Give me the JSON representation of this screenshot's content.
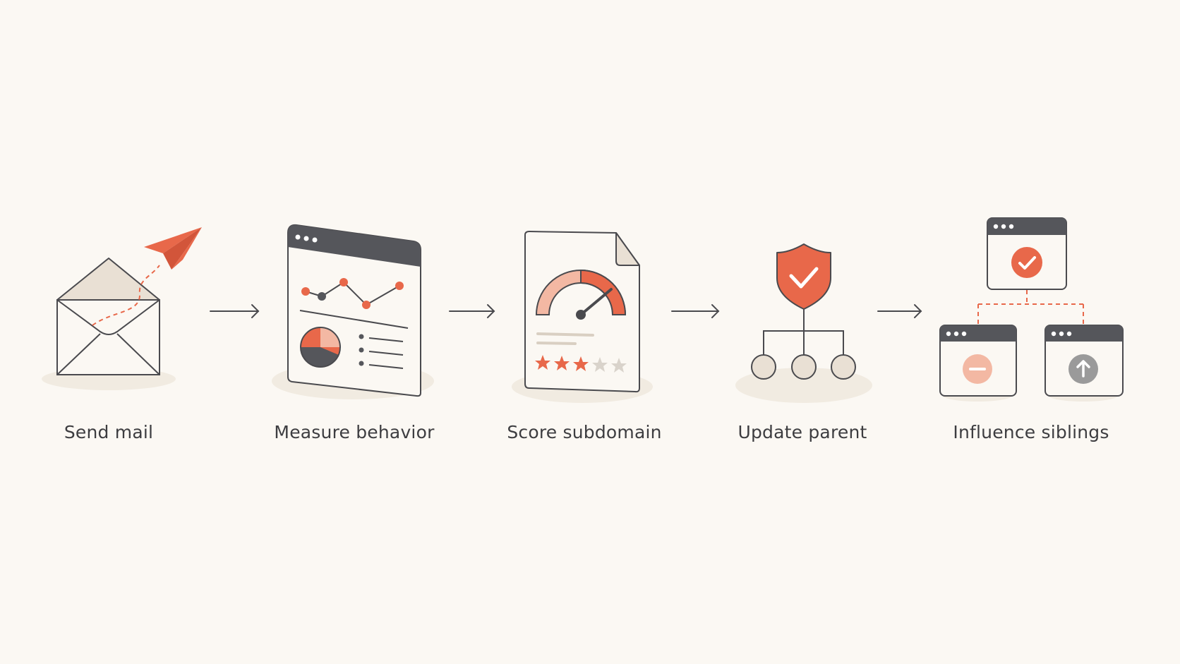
{
  "steps": [
    {
      "label": "Send mail",
      "icon": "envelope-paper-plane-icon"
    },
    {
      "label": "Measure behavior",
      "icon": "analytics-dashboard-icon"
    },
    {
      "label": "Score subdomain",
      "icon": "score-gauge-document-icon"
    },
    {
      "label": "Update parent",
      "icon": "shield-hierarchy-icon"
    },
    {
      "label": "Influence siblings",
      "icon": "sibling-windows-icon"
    }
  ],
  "colors": {
    "accent": "#e8684a",
    "accent_light": "#f3b8a3",
    "line": "#4a4a4e",
    "dark_bar": "#55565b",
    "paper": "#fbf8f3",
    "beige": "#e9e0d4",
    "shadow": "#f1ebe1",
    "gray_circle": "#9a9a9a"
  }
}
